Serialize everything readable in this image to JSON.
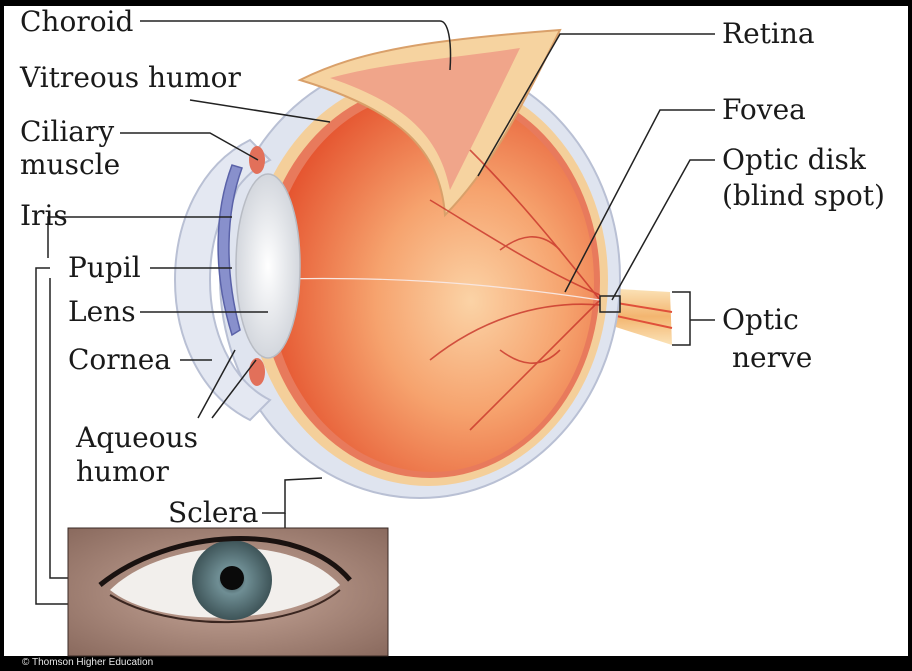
{
  "labels": {
    "choroid": "Choroid",
    "vitreous_humor": "Vitreous humor",
    "ciliary_muscle_line1": "Ciliary",
    "ciliary_muscle_line2": "muscle",
    "iris": "Iris",
    "pupil": "Pupil",
    "lens": "Lens",
    "cornea": "Cornea",
    "aqueous_humor_line1": "Aqueous",
    "aqueous_humor_line2": "humor",
    "sclera": "Sclera",
    "retina": "Retina",
    "fovea": "Fovea",
    "optic_disk_line1": "Optic disk",
    "optic_disk_line2": "(blind spot)",
    "optic_nerve_line1": "Optic",
    "optic_nerve_line2": "nerve"
  },
  "credit": "© Thomson Higher Education",
  "colors": {
    "background": "#ffffff",
    "frame": "#000000",
    "sclera_outer": "#dde3ef",
    "eyeball_interior": "#ee6a3c",
    "eyeball_center": "#f8b48a",
    "retina_layer": "#f6d3a0",
    "choroid_layer": "#e87a5c",
    "lens": "#f2f2f2",
    "iris": "#7f86c9",
    "optic_nerve": "#f6c98a",
    "leader_line": "#222222"
  },
  "icons": {
    "eye_cross_section": "eye-cross-section-illustration",
    "eye_photo": "human-eye-photo-inset"
  }
}
